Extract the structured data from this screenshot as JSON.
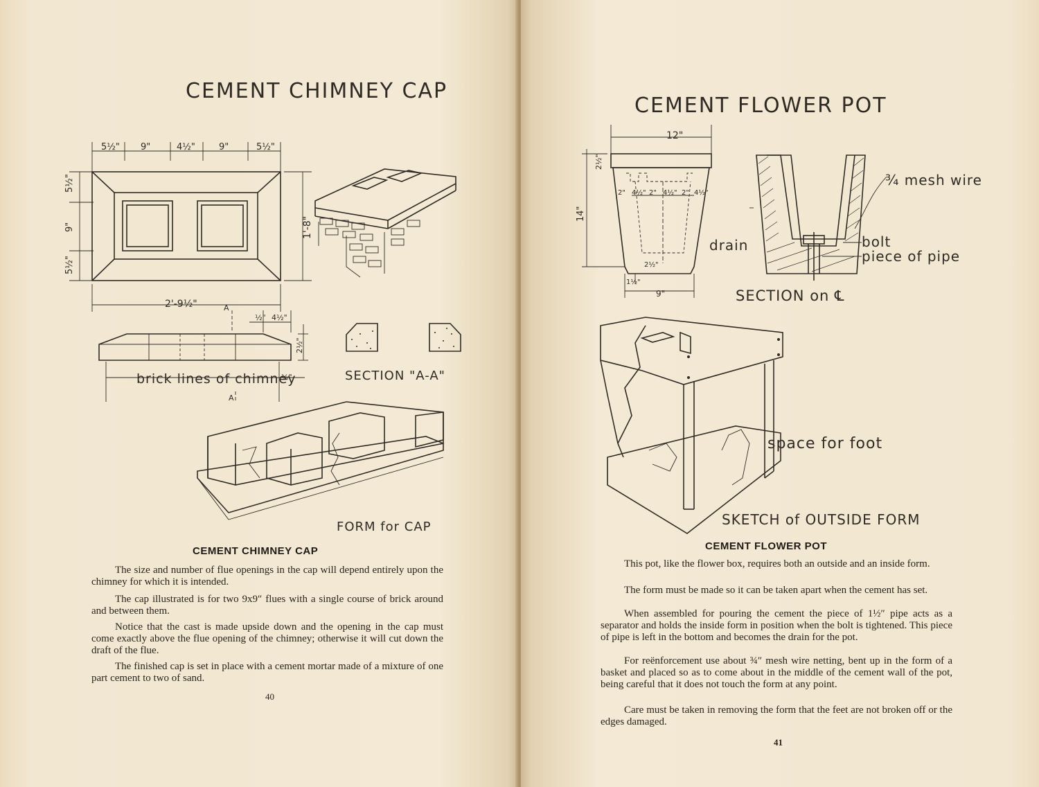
{
  "left_page": {
    "drawing_title": "CEMENT CHIMNEY CAP",
    "dimensions_top": [
      "5½\"",
      "9\"",
      "4½\"",
      "9\"",
      "5½\""
    ],
    "dimensions_side": [
      "5½\"",
      "9\"",
      "5½\""
    ],
    "dimension_height": "1'-8\"",
    "dimension_width": "2'-9½\"",
    "section_mark": "A",
    "dim_small_top": [
      "½\"",
      "4½\""
    ],
    "dim_thickness": "2½\"",
    "dim_edge": "½\"",
    "label_brick": "brick lines of chimney",
    "label_section": "SECTION \"A-A\"",
    "label_form": "FORM for CAP",
    "heading": "CEMENT CHIMNEY CAP",
    "paragraphs": [
      "The size and number of flue openings in the cap will depend entirely upon the chimney for which it is intended.",
      "The cap illustrated is for two 9x9″ flues with a single course of brick around and between them.",
      "Notice that the cast is made upside down and the opening in the cap must come exactly above the flue opening of the chimney; otherwise it will cut down the draft of the flue.",
      "The finished cap is set in place with a cement mortar made of a mixture of one part cement to two of sand."
    ],
    "page_number": "40"
  },
  "right_page": {
    "drawing_title": "CEMENT FLOWER POT",
    "dim_top": "12\"",
    "dim_lip": "2½\"",
    "dim_height": "14\"",
    "dim_inner": [
      "2\"",
      "4½\"",
      "2\"",
      "4½\"",
      "2\"",
      "4½\""
    ],
    "dim_base": "9\"",
    "dim_foot": [
      "2½\"",
      "1½\""
    ],
    "label_drain": "drain",
    "label_mesh": "¾ mesh wire",
    "label_bolt": "bolt",
    "label_pipe": "piece of pipe",
    "label_section": "SECTION on ℄",
    "label_foot": "space for foot",
    "label_sketch": "SKETCH of OUTSIDE FORM",
    "heading": "CEMENT FLOWER POT",
    "paragraphs": [
      "This pot, like the flower box, requires both an outside and an inside form.",
      "The form must be made so it can be taken apart when the cement has set.",
      "When assembled for pouring the cement the piece of 1½″ pipe acts as a separator and holds the inside form in position when the bolt is tightened. This piece of pipe is left in the bottom and becomes the drain for the pot.",
      "For reënforcement use about ¾″ mesh wire netting, bent up in the form of a basket and placed so as to come about in the middle of the cement wall of the pot, being careful that it does not touch the form at any point.",
      "Care must be taken in removing the form that the feet are not broken off or the edges damaged."
    ],
    "page_number": "41"
  }
}
